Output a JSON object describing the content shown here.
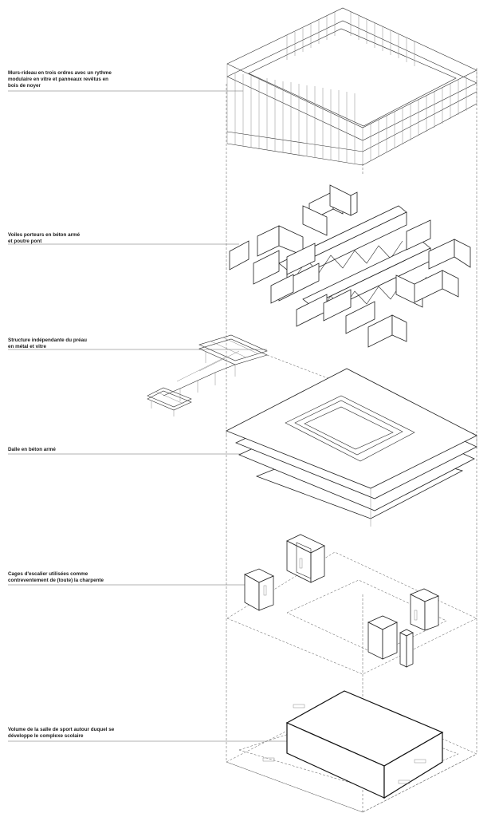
{
  "layers": [
    {
      "id": "curtain-wall",
      "label": "Murs-rideau en trois ordres avec un rythme\nmodulaire en vitre et panneaux revêtus en\nbois de noyer"
    },
    {
      "id": "load-walls",
      "label": "Voiles porteurs en béton armé\net poutre pont"
    },
    {
      "id": "canopy",
      "label": "Structure indépendante du préau\nen métal et vitre"
    },
    {
      "id": "slab",
      "label": "Dalle en béton armé"
    },
    {
      "id": "stair-cores",
      "label": "Cages d'escalier utilisées comme\ncontreventement de (toute) la charpente"
    },
    {
      "id": "sports-hall",
      "label": "Volume de la salle de sport autour duquel se\ndéveloppe  le complexe scolaire"
    }
  ]
}
